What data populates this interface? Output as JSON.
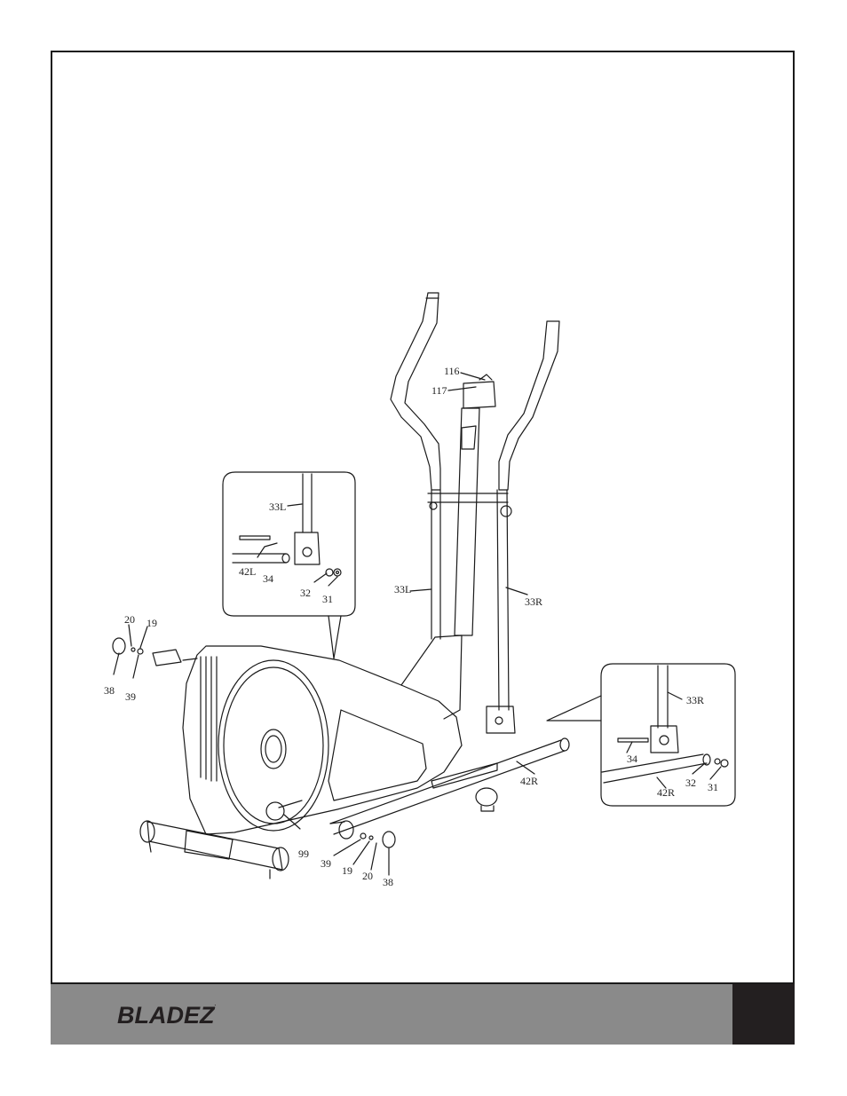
{
  "brand": {
    "name": "BLADEZ",
    "trademark": "."
  },
  "labels": {
    "p116": "116",
    "p117": "117",
    "p33L_inset": "33L",
    "p42L": "42L",
    "p34_left": "34",
    "p32_left": "32",
    "p31_left": "31",
    "p33L_main": "33L",
    "p33R_main": "33R",
    "p20_left": "20",
    "p19_left": "19",
    "p38_left": "38",
    "p39_left": "39",
    "p33R_inset": "33R",
    "p34_right": "34",
    "p42R_main": "42R",
    "p32_right": "32",
    "p31_right": "31",
    "p42R_inset": "42R",
    "p99": "99",
    "p39_right": "39",
    "p19_right": "19",
    "p20_right": "20",
    "p38_right": "38"
  }
}
